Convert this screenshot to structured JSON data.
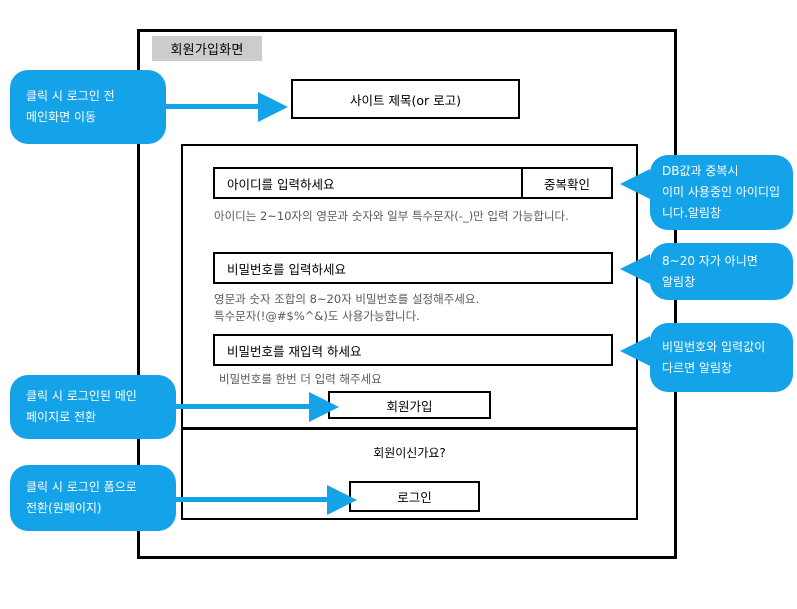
{
  "screen": {
    "label": "회원가입화면",
    "site_title": "사이트 제목(or 로고)",
    "member_ask": "회원이신가요?"
  },
  "form": {
    "id_field": {
      "placeholder": "아이디를 입력하세요",
      "dup_check_label": "중복확인",
      "helper": "아이디는 2~10자의 영문과 숫자와 일부 특수문자(-_)만 입력 가능합니다."
    },
    "password_field": {
      "placeholder": "비밀번호를 입력하세요",
      "helper_line1": "영문과 숫자 조합의 8~20자 비밀번호를 설정해주세요.",
      "helper_line2": "특수문자(!@#$%^&)도 사용가능합니다."
    },
    "password_confirm_field": {
      "placeholder": "비밀번호를 재입력 하세요",
      "helper": "비밀번호를 한번 더 입력 해주세요"
    },
    "signup_button": "회원가입",
    "login_button": "로그인"
  },
  "annotations": {
    "left": [
      {
        "id": "to-main-before-login",
        "text": "클릭 시 로그인 전\n메인화면 이동"
      },
      {
        "id": "to-logged-in-main",
        "text": "클릭 시 로그인된 메인\n페이지로 전환"
      },
      {
        "id": "to-login-form",
        "text": "클릭 시 로그인 폼으로\n전환(원페이지)"
      }
    ],
    "right": [
      {
        "id": "duplicate-id-alert",
        "text": "DB값과 중복시\n이미 사용중인 아이디입\n니다.알림창"
      },
      {
        "id": "password-length-alert",
        "text": "8~20 자가 아니면\n알림창"
      },
      {
        "id": "password-mismatch-alert",
        "text": "비밀번호와 입력값이\n다르면 알림창"
      }
    ]
  },
  "colors": {
    "accent": "#14a3e8",
    "frame": "#000000",
    "label_bg": "#cccccc",
    "helper_text": "#595959"
  }
}
